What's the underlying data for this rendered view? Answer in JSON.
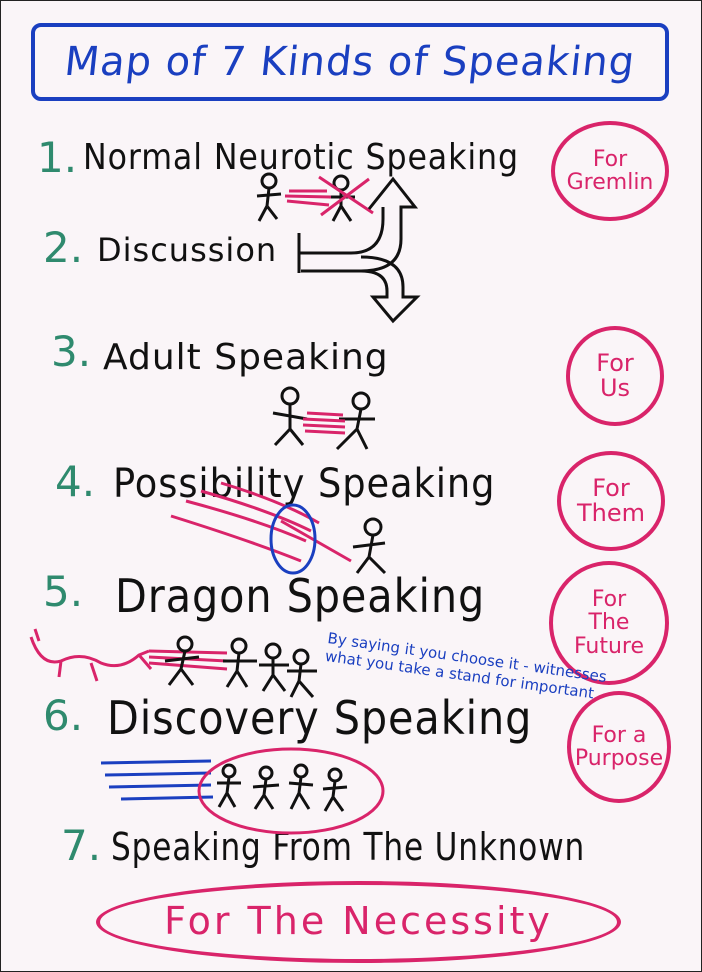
{
  "title": "Map of 7 Kinds of Speaking",
  "items": [
    {
      "num": "1.",
      "label": "Normal Neurotic Speaking"
    },
    {
      "num": "2.",
      "label": "Discussion"
    },
    {
      "num": "3.",
      "label": "Adult Speaking"
    },
    {
      "num": "4.",
      "label": "Possibility Speaking"
    },
    {
      "num": "5.",
      "label": "Dragon Speaking"
    },
    {
      "num": "6.",
      "label": "Discovery Speaking"
    },
    {
      "num": "7.",
      "label": "Speaking From The Unknown"
    }
  ],
  "circles": [
    "For\nGremlin",
    "For\nUs",
    "For\nThem",
    "For\nThe\nFuture",
    "For a\nPurpose"
  ],
  "necessity": "For The Necessity",
  "note": "By saying it you choose it - witnesses what you take a stand for important",
  "colors": {
    "blue": "#1a3fc0",
    "pink": "#d9246a",
    "green": "#2f8a6e",
    "ink": "#111111"
  }
}
